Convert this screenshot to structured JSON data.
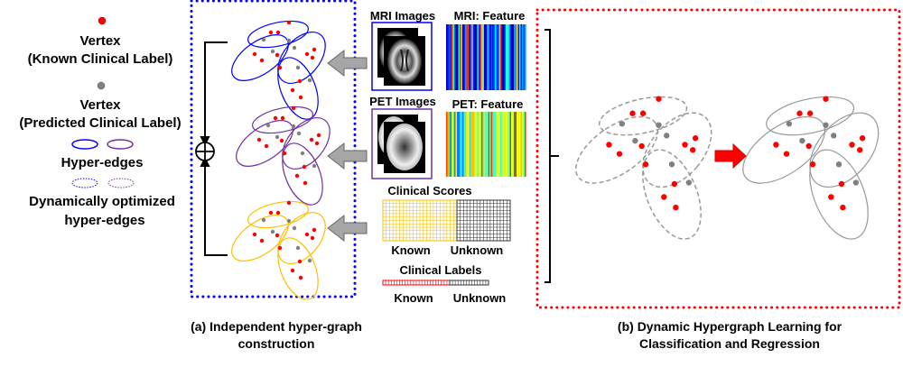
{
  "colors": {
    "known_vertex": "#ff0000",
    "predicted_vertex": "#808080",
    "mri_edge": "#0000ff",
    "pet_edge": "#7030a0",
    "clinical_edge": "#ffc000",
    "panel_a_border": "#0000ff",
    "panel_b_border": "#ff0000",
    "arrow_gray": "#a6a6a6",
    "dynamic_edge": "#999999"
  },
  "legend": {
    "known_vertex_title": "Vertex",
    "known_vertex_sub": "(Known Clinical Label)",
    "predicted_vertex_title": "Vertex",
    "predicted_vertex_sub": "(Predicted Clinical Label)",
    "hyperedges": "Hyper-edges",
    "dynamic_line1": "Dynamically optimized",
    "dynamic_line2": "hyper-edges"
  },
  "inputs": {
    "mri_images": "MRI Images",
    "mri_feature": "MRI: Feature",
    "pet_images": "PET Images",
    "pet_feature": "PET: Feature",
    "clinical_scores": "Clinical Scores",
    "scores_known": "Known",
    "scores_unknown": "Unknown",
    "clinical_labels": "Clinical Labels",
    "labels_known": "Known",
    "labels_unknown": "Unknown"
  },
  "captions": {
    "a_line1": "(a) Independent hyper-graph",
    "a_line2": "construction",
    "b_line1": "(b) Dynamic Hypergraph Learning for",
    "b_line2": "Classification and Regression"
  }
}
